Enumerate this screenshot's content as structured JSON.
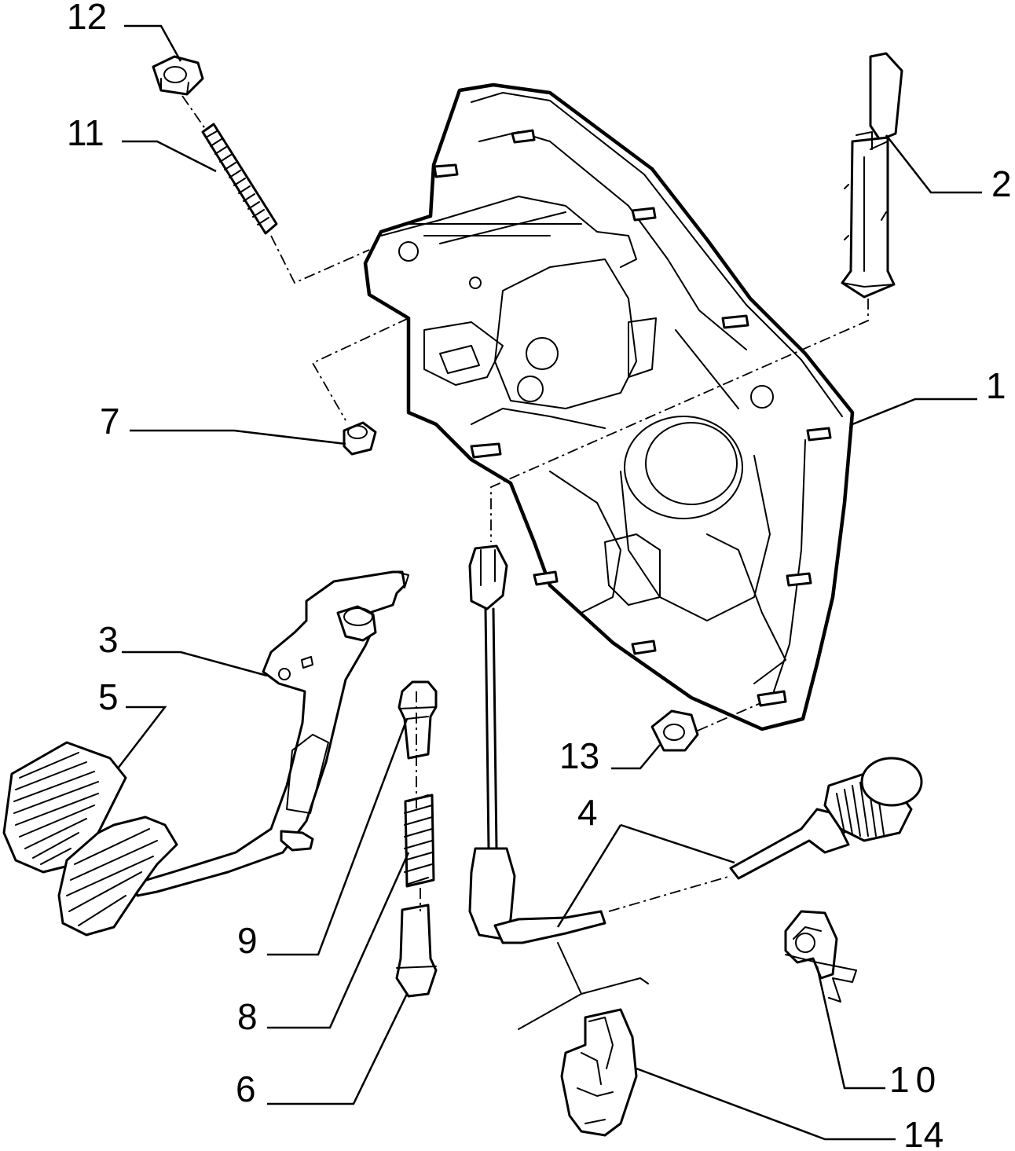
{
  "diagram": {
    "background": "#ffffff",
    "line_color": "#000000",
    "callouts": [
      {
        "id": "c1",
        "label": "1"
      },
      {
        "id": "c2",
        "label": "2"
      },
      {
        "id": "c3",
        "label": "3"
      },
      {
        "id": "c4",
        "label": "4"
      },
      {
        "id": "c5",
        "label": "5"
      },
      {
        "id": "c6",
        "label": "6"
      },
      {
        "id": "c7",
        "label": "7"
      },
      {
        "id": "c8",
        "label": "8"
      },
      {
        "id": "c9",
        "label": "9"
      },
      {
        "id": "c10",
        "label": "10"
      },
      {
        "id": "c11",
        "label": "11"
      },
      {
        "id": "c12",
        "label": "12"
      },
      {
        "id": "c13",
        "label": "13"
      },
      {
        "id": "c14",
        "label": "14"
      }
    ]
  }
}
